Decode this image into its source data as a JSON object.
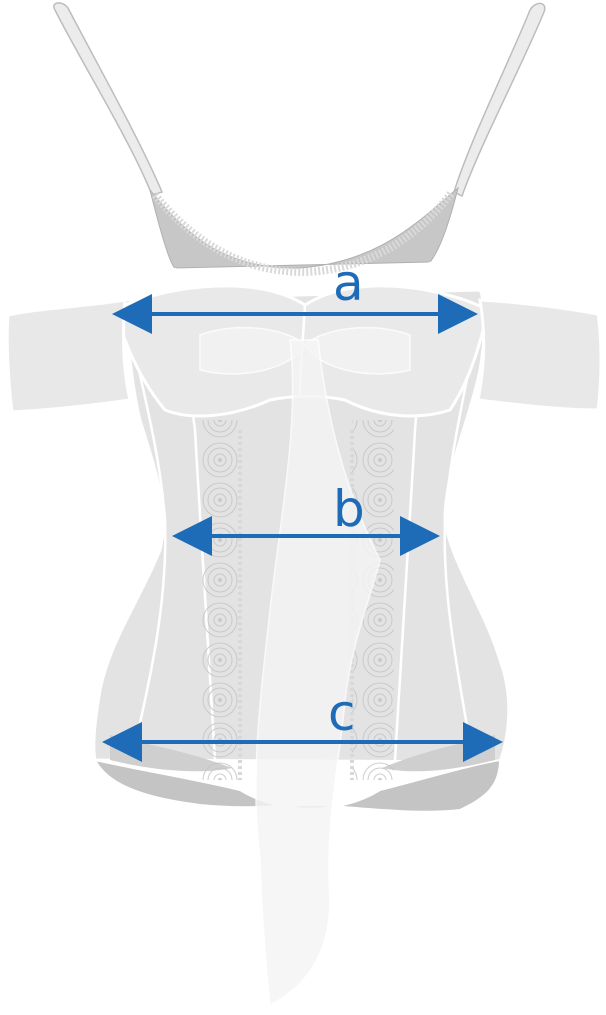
{
  "measurements": {
    "a": {
      "label": "a"
    },
    "b": {
      "label": "b"
    },
    "c": {
      "label": "c"
    }
  },
  "colors": {
    "arrow": "#1e6bb8",
    "label": "#1e6bb8",
    "garment_fill": "#e6e6e6",
    "garment_stroke": "#ffffff",
    "inner_shadow": "#c9c9c9",
    "lace": "#d0d0d0",
    "sheer": "#f4f4f4"
  },
  "icons": {
    "garment": "corset-top-illustration",
    "arrow": "double-headed-arrow"
  }
}
